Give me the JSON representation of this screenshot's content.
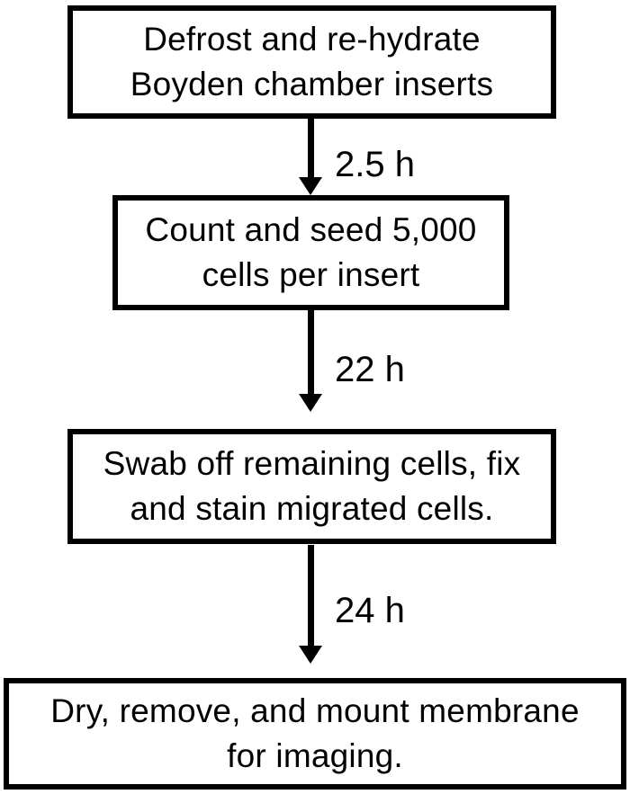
{
  "flowchart": {
    "steps": [
      {
        "label": "Defrost and re-hydrate\nBoyden chamber inserts"
      },
      {
        "label": "Count and seed 5,000\ncells per insert"
      },
      {
        "label": "Swab off remaining cells, fix\nand stain migrated cells."
      },
      {
        "label": "Dry, remove, and mount membrane\nfor imaging."
      }
    ],
    "transitions": [
      {
        "duration": "2.5 h"
      },
      {
        "duration": "22 h"
      },
      {
        "duration": "24 h"
      }
    ],
    "colors": {
      "box_border": "#000000",
      "arrow": "#000000",
      "text": "#000000",
      "background": "#ffffff"
    }
  }
}
